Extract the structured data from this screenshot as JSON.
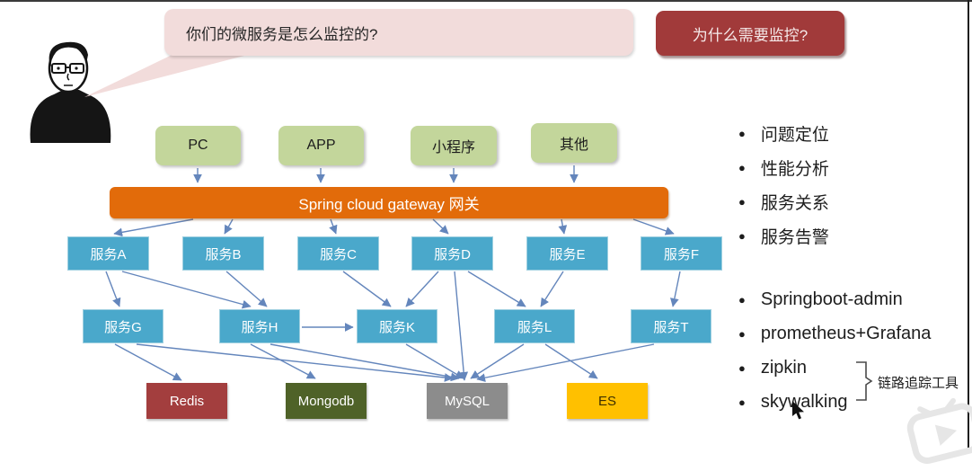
{
  "speech_bubble": {
    "text": "你们的微服务是怎么监控的?"
  },
  "header_button": {
    "label": "为什么需要监控?"
  },
  "diagram": {
    "clients": [
      "PC",
      "APP",
      "小程序",
      "其他"
    ],
    "gateway_label": "Spring cloud gateway 网关",
    "services_row1": [
      "服务A",
      "服务B",
      "服务C",
      "服务D",
      "服务E",
      "服务F"
    ],
    "services_row2": [
      "服务G",
      "服务H",
      "服务K",
      "服务L",
      "服务T"
    ],
    "datastores": [
      {
        "label": "Redis",
        "color": "#A33E3E"
      },
      {
        "label": "Mongodb",
        "color": "#4F6228"
      },
      {
        "label": "MySQL",
        "color": "#8C8C8C"
      },
      {
        "label": "ES",
        "color": "#FFC000"
      }
    ],
    "connections": [
      "PC→Spring cloud gateway 网关",
      "APP→Spring cloud gateway 网关",
      "小程序→Spring cloud gateway 网关",
      "其他→Spring cloud gateway 网关",
      "网关→服务A",
      "网关→服务B",
      "网关→服务C",
      "网关→服务D",
      "网关→服务E",
      "网关→服务F",
      "服务A→服务G",
      "服务A→服务H",
      "服务B→服务H",
      "服务C→服务K",
      "服务D→服务K",
      "服务D→服务L",
      "服务D→MySQL",
      "服务E→服务L",
      "服务F→服务T",
      "服务H→服务K",
      "服务G→Redis",
      "服务G→MySQL",
      "服务H→Mongodb",
      "服务H→MySQL",
      "服务K→MySQL",
      "服务L→MySQL",
      "服务L→ES",
      "服务T→MySQL"
    ]
  },
  "monitoring_reasons": {
    "items": [
      "问题定位",
      "性能分析",
      "服务关系",
      "服务告警"
    ]
  },
  "monitoring_tools": {
    "items": [
      "Springboot-admin",
      "prometheus+Grafana",
      "zipkin",
      "skywalking"
    ],
    "bracket_label": "链路追踪工具",
    "bracket_covers": [
      "zipkin",
      "skywalking"
    ]
  },
  "ui": {
    "bullet_glyph": "●"
  },
  "colors": {
    "bubble_pink": "#F2DCDB",
    "button_red": "#A13A3A",
    "client_green": "#C3D69B",
    "gateway_orange": "#E26B0A",
    "service_blue": "#4AA8CB",
    "arrow_blue": "#6486BC",
    "es_yellow": "#FFC000"
  }
}
